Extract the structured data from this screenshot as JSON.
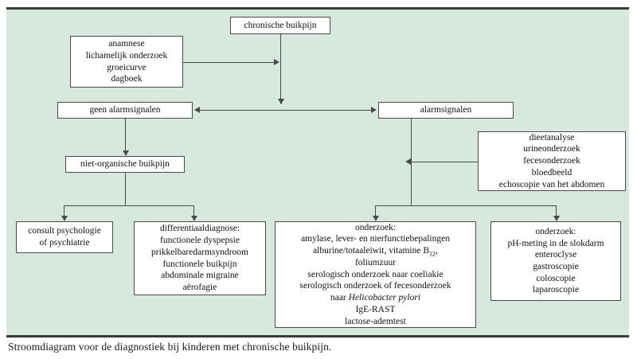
{
  "figure": {
    "caption": "Stroomdiagram voor de diagnostiek bij kinderen met chronische buikpijn.",
    "panel_color": "#d7e9df",
    "box_fill": "#ffffff",
    "line_color": "#4a4a4a",
    "rule_color": "#3a3a3a"
  },
  "nodes": {
    "chronic_pain": {
      "label": "chronische buikpijn"
    },
    "history": {
      "lines": [
        "anamnese",
        "lichamelijk onderzoek",
        "groeicurve",
        "dagboek"
      ]
    },
    "no_alarm": {
      "label": "geen alarmsignalen"
    },
    "alarm": {
      "label": "alarmsignalen"
    },
    "non_organic": {
      "label": "niet-organische buikpijn"
    },
    "basic_workup": {
      "lines": [
        "dieetanalyse",
        "urineonderzoek",
        "fecesonderzoek",
        "bloedbeeld",
        "echoscopie van het abdomen"
      ]
    },
    "psych": {
      "lines": [
        "consult psychologie",
        "of psychiatrie"
      ]
    },
    "differential": {
      "lines": [
        "differentiaaldiagnose:",
        "functionele dyspepsie",
        "prikkelbaredarmsyndroom",
        "functionele buikpijn",
        "abdominale migraine",
        "aërofagie"
      ]
    },
    "lab_workup": {
      "title": "onderzoek:",
      "line1": "amylase, lever- en nierfunctiebepalingen",
      "line2_a": "alburine/totaaleiwit, vitamine B",
      "line2_sub": "12",
      "line2_b": ",",
      "line3": "foliumzuur",
      "line4": "serologisch onderzoek naar coeliakie",
      "line5": "serologisch onderzoek of fecesonderzoek",
      "line6_a": "naar ",
      "line6_italic": "Helicobacter pylori",
      "line7": "IgE-RAST",
      "line8": "lactose-ademtest"
    },
    "invasive_workup": {
      "lines": [
        "onderzoek:",
        "pH-meting in de slokdarm",
        "enteroclyse",
        "gastroscopie",
        "coloscopie",
        "laparoscopie"
      ]
    }
  }
}
